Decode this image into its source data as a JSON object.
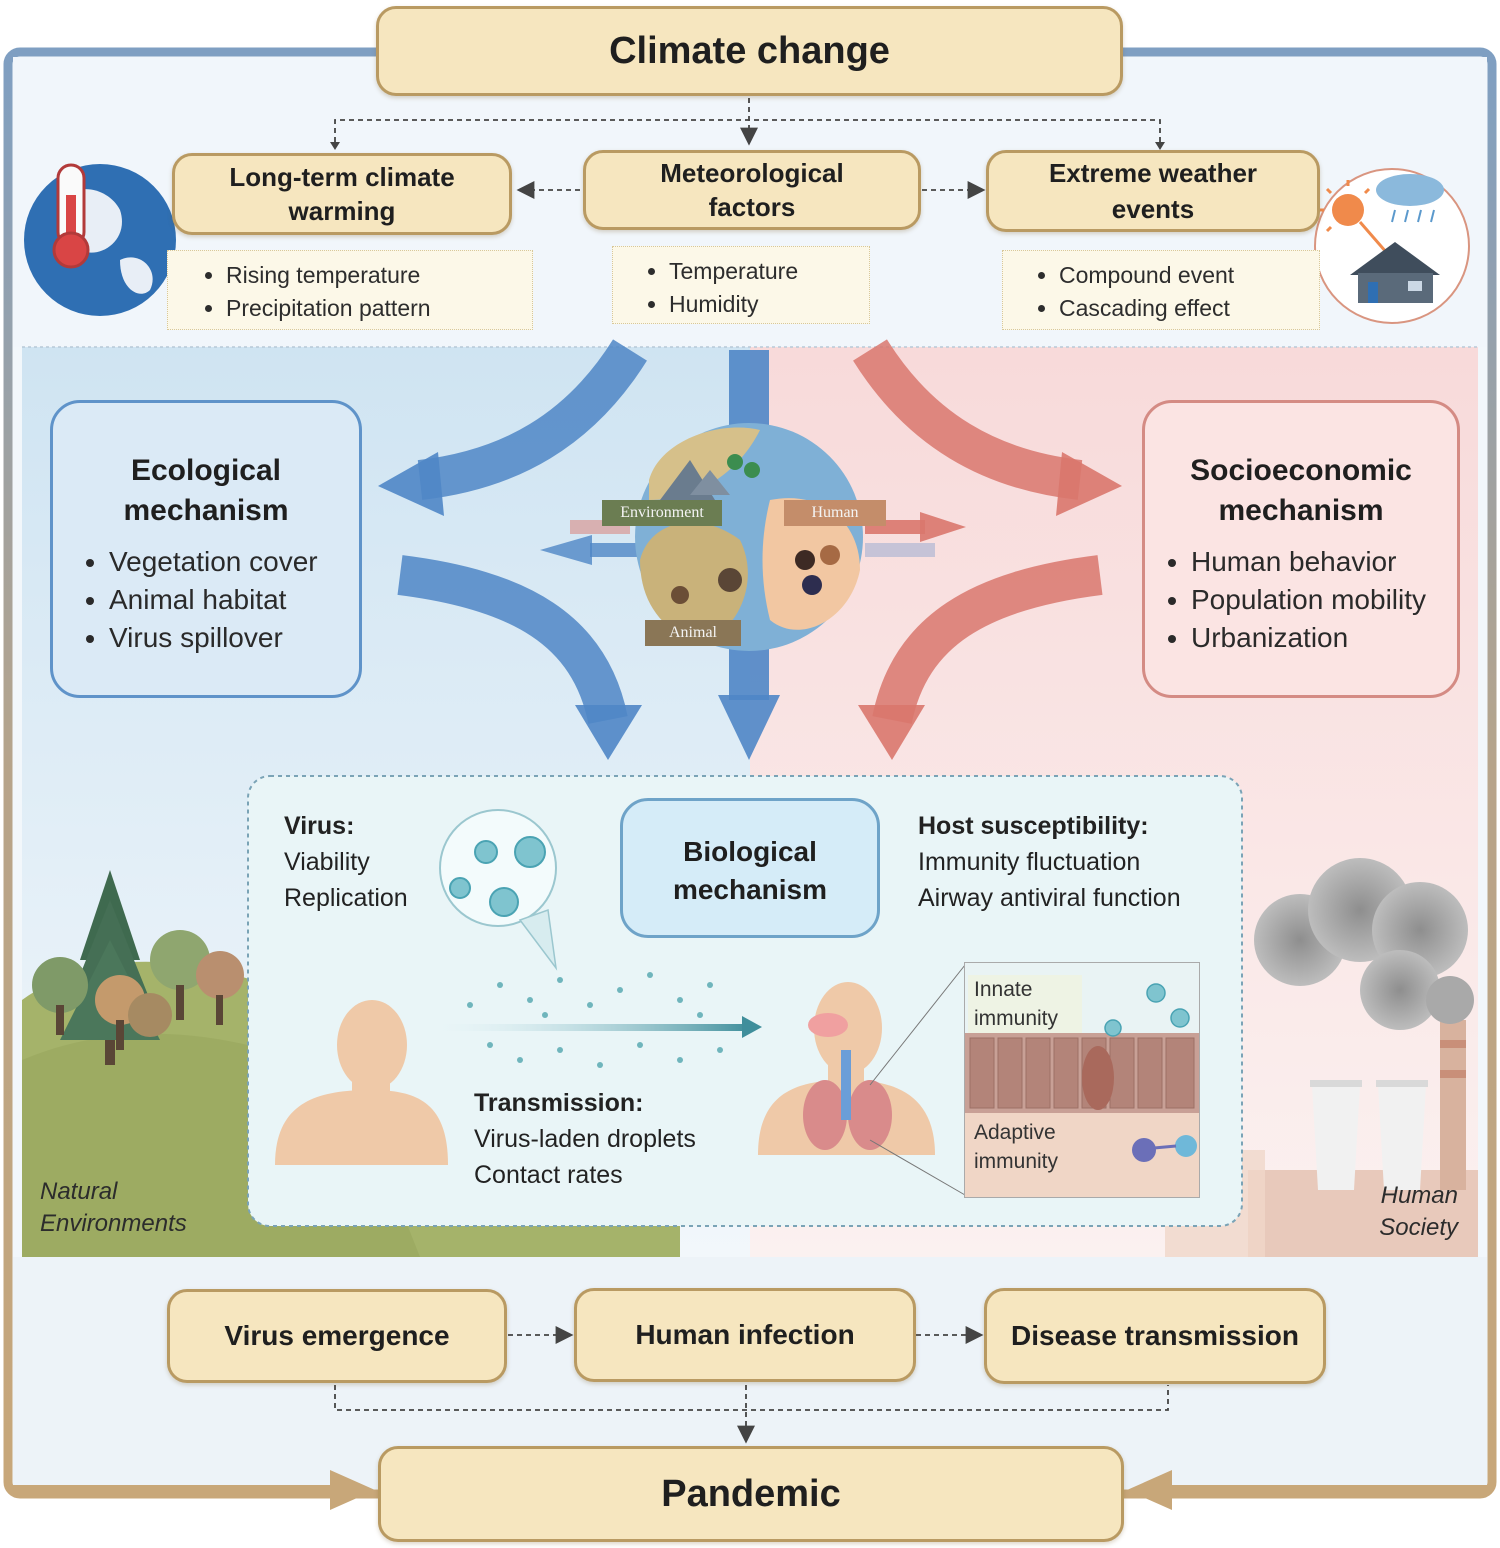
{
  "top": {
    "climate_change": "Climate change",
    "drivers": [
      {
        "line1": "Long-term climate",
        "line2": "warming",
        "bullets": [
          "Rising temperature",
          "Precipitation pattern"
        ]
      },
      {
        "line1": "Meteorological",
        "line2": "factors",
        "bullets": [
          "Temperature",
          "Humidity"
        ]
      },
      {
        "line1": "Extreme weather",
        "line2": "events",
        "bullets": [
          "Compound event",
          "Cascading effect"
        ]
      }
    ]
  },
  "ecological": {
    "title_line1": "Ecological",
    "title_line2": "mechanism",
    "items": [
      "Vegetation cover",
      "Animal habitat",
      "Virus spillover"
    ]
  },
  "socioeconomic": {
    "title_line1": "Socioeconomic",
    "title_line2": "mechanism",
    "items": [
      "Human behavior",
      "Population mobility",
      "Urbanization"
    ]
  },
  "globe": {
    "environment": "Environment",
    "human": "Human",
    "animal": "Animal"
  },
  "biological": {
    "title_line1": "Biological",
    "title_line2": "mechanism",
    "virus_heading": "Virus:",
    "virus_items": [
      "Viability",
      "Replication"
    ],
    "host_heading": "Host susceptibility:",
    "host_items": [
      "Immunity fluctuation",
      "Airway antiviral function"
    ],
    "transmission_heading": "Transmission:",
    "transmission_items": [
      "Virus-laden droplets",
      "Contact rates"
    ],
    "innate_line1": "Innate",
    "innate_line2": "immunity",
    "adaptive_line1": "Adaptive",
    "adaptive_line2": "immunity"
  },
  "corners": {
    "natural_line1": "Natural",
    "natural_line2": "Environments",
    "human_line1": "Human",
    "human_line2": "Society"
  },
  "bottom": {
    "stages": [
      "Virus emergence",
      "Human infection",
      "Disease transmission"
    ],
    "pandemic": "Pandemic"
  },
  "colors": {
    "box_fill": "#f6e6bf",
    "box_border": "#b99a62",
    "blue_arrow": "#4f86c6",
    "red_arrow": "#d9776d",
    "frame_blue": "#7f9fc2",
    "frame_tan": "#c8a779"
  }
}
